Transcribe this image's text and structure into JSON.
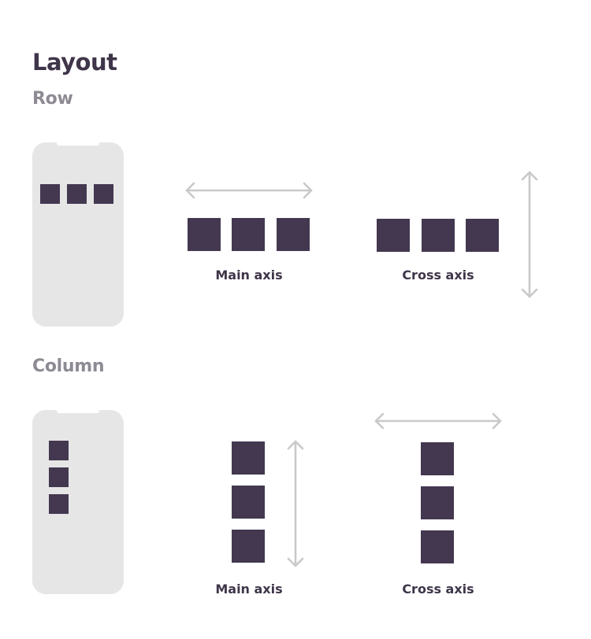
{
  "page": {
    "title": "Layout"
  },
  "sections": {
    "row": {
      "title": "Row",
      "main_axis_label": "Main axis",
      "cross_axis_label": "Cross axis"
    },
    "column": {
      "title": "Column",
      "main_axis_label": "Main axis",
      "cross_axis_label": "Cross axis"
    }
  },
  "colors": {
    "square": "#433850",
    "phone": "#e6e6e6",
    "arrow": "#c9c9c9",
    "title": "#3f3549",
    "section_title": "#8e8a93"
  }
}
